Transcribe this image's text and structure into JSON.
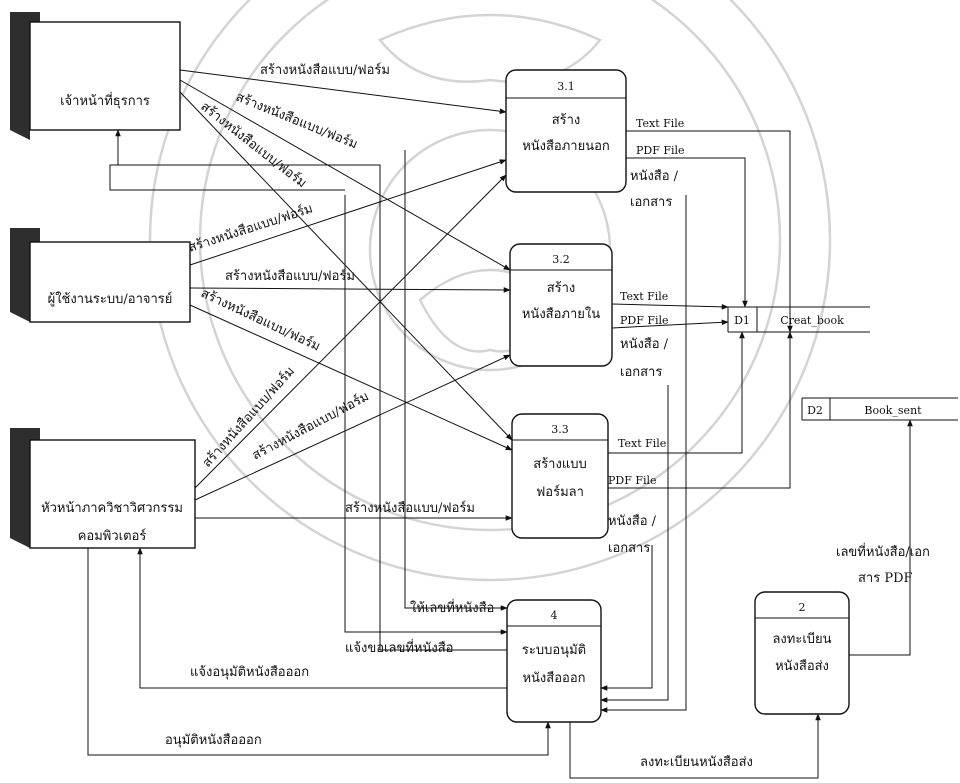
{
  "diagram": {
    "entities": {
      "staff": "เจ้าหน้าที่ธุรการ",
      "user": "ผู้ใช้งานระบบ/อาจารย์",
      "head_line1": "หัวหน้าภาควิชาวิศวกรรม",
      "head_line2": "คอมพิวเตอร์"
    },
    "processes": {
      "p31": {
        "id": "3.1",
        "line1": "สร้าง",
        "line2": "หนังสือภายนอก"
      },
      "p32": {
        "id": "3.2",
        "line1": "สร้าง",
        "line2": "หนังสือภายใน"
      },
      "p33": {
        "id": "3.3",
        "line1": "สร้างแบบ",
        "line2": "ฟอร์มลา"
      },
      "p4": {
        "id": "4",
        "line1": "ระบบอนุมัติ",
        "line2": "หนังสือออก"
      },
      "p2": {
        "id": "2",
        "line1": "ลงทะเบียน",
        "line2": "หนังสือส่ง"
      }
    },
    "stores": {
      "d1": {
        "id": "D1",
        "name": "Creat_book"
      },
      "d2": {
        "id": "D2",
        "name": "Book_sent"
      }
    },
    "flows": {
      "create_book_form": "สร้างหนังสือแบบ/ฟอร์ม",
      "text_file": "Text File",
      "pdf_file": "PDF File",
      "doc_a1": "หนังสือ /",
      "doc_a2": "เอกสาร",
      "doc_b1": "หนังสือ /",
      "doc_b2": "เอกสาร",
      "doc_c1": "หนังสือ /",
      "doc_c2": "เอกสาร",
      "give_number": "ให้เลขที่หนังสือ",
      "request_number": "แจ้งขอเลขที่หนังสือ",
      "notify_approval": "แจ้งอนุมัติหนังสือออก",
      "approve_out": "อนุมัติหนังสือออก",
      "register_sent": "ลงทะเบียนหนังสือส่ง",
      "num_pdf_1": "เลขที่หนังสือ/เอก",
      "num_pdf_2": "สาร PDF"
    }
  },
  "colors": {
    "ink": "#111111",
    "shadow": "#2e2e2e",
    "watermark": "#d0d0d0"
  }
}
